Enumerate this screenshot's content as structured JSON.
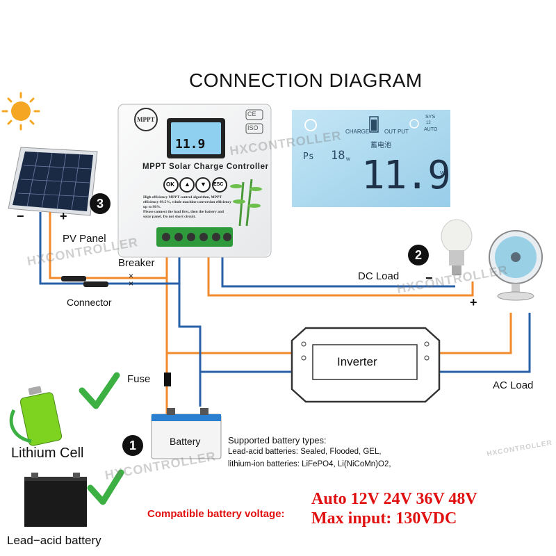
{
  "title": "CONNECTION DIAGRAM",
  "controller": {
    "brand": "MPPT",
    "lcd_value": "11.9",
    "name": "MPPT Solar Charge Controller",
    "buttons": [
      "OK",
      "▲",
      "▼",
      "ESC"
    ],
    "desc": [
      "High efficiency MPPT control algorithm, MPPT",
      "efficiency 99.5%, whole machine conversion efficiency",
      "up to 98%.",
      "Please connect the load first, then the battery and",
      "solar panel. Do not short circuit."
    ],
    "marks": [
      "CE",
      "ISO"
    ]
  },
  "big_lcd": {
    "charge": "CHARGE",
    "output": "OUT PUT",
    "sys": "SYS",
    "sys_num": "12",
    "auto": "AUTO",
    "battery_cn": "蓄电池",
    "ps": "Ps",
    "ps_val": "18",
    "ps_unit": "w",
    "value": "11.9",
    "unit": "v"
  },
  "labels": {
    "pv_panel": "PV Panel",
    "breaker": "Breaker",
    "connector": "Connector",
    "dc_load": "DC Load",
    "inverter": "Inverter",
    "ac_load": "AC Load",
    "fuse": "Fuse",
    "battery": "Battery",
    "lithium": "Lithium Cell",
    "lead_acid": "Lead−acid battery",
    "minus": "−",
    "plus": "+",
    "cross": "×"
  },
  "badges": [
    "1",
    "2",
    "3"
  ],
  "supported": {
    "heading": "Supported battery types:",
    "line1": "Lead-acid batteries: Sealed, Flooded, GEL,",
    "line2": "lithium-ion batteries: LiFePO4, Li(NiCoMn)O2,"
  },
  "compat": {
    "label": "Compatible battery voltage:",
    "auto": "Auto 12V 24V 36V 48V",
    "max": "Max input: 130VDC"
  },
  "watermark": "HXCONTROLLER",
  "colors": {
    "wire_orange": "#f08a2c",
    "wire_blue": "#2860a8",
    "check_green": "#3cb043",
    "lcd_blue": "#a8d8f0",
    "red_text": "#e01010",
    "sun": "#f5a623"
  }
}
